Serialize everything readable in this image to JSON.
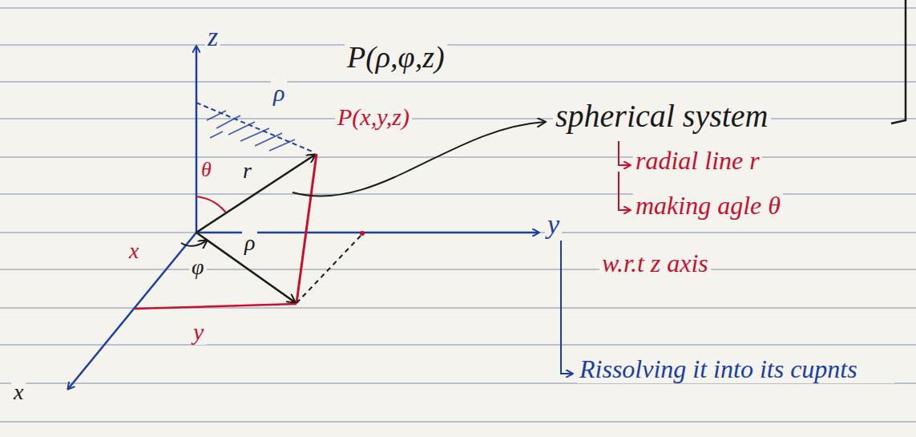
{
  "diagram": {
    "labels": [
      "z",
      "y",
      "x",
      "P(ρ,φ,z)",
      "P(x,y,z)",
      "ρ",
      "θ",
      "r",
      "x",
      "φ",
      "ρ",
      "y",
      "spherical system",
      "radial line r",
      "making agle θ",
      "w.r.t z axis",
      "Rissolving it into its cupnts"
    ]
  }
}
